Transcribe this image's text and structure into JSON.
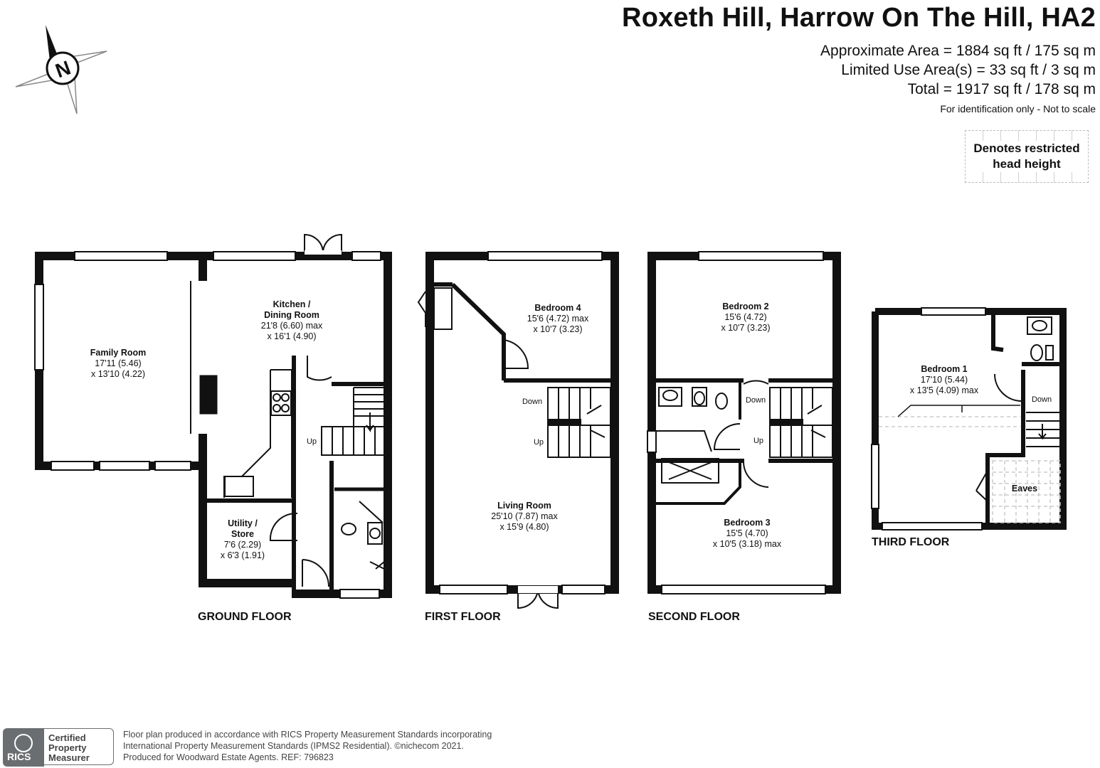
{
  "header": {
    "title": "Roxeth Hill, Harrow On The Hill, HA2",
    "area_lines": [
      "Approximate Area = 1884 sq ft / 175 sq m",
      "Limited Use Area(s) = 33 sq ft / 3 sq m",
      "Total = 1917 sq ft / 178 sq m"
    ],
    "disclaimer": "For identification only - Not to scale"
  },
  "compass": {
    "letter": "N"
  },
  "legend": {
    "line1": "Denotes restricted",
    "line2": "head height"
  },
  "floors": {
    "ground": {
      "label": "GROUND FLOOR",
      "rooms": {
        "family": [
          "Family Room",
          "17'11 (5.46)",
          "x 13'10 (4.22)"
        ],
        "kitchen": [
          "Kitchen /",
          "Dining Room",
          "21'8 (6.60) max",
          "x 16'1 (4.90)"
        ],
        "utility": [
          "Utility /",
          "Store",
          "7'6 (2.29)",
          "x 6'3 (1.91)"
        ]
      },
      "stairs": {
        "up": "Up"
      }
    },
    "first": {
      "label": "FIRST FLOOR",
      "rooms": {
        "bedroom4": [
          "Bedroom 4",
          "15'6 (4.72) max",
          "x 10'7 (3.23)"
        ],
        "living": [
          "Living Room",
          "25'10 (7.87) max",
          "x 15'9 (4.80)"
        ]
      },
      "stairs": {
        "down": "Down",
        "up": "Up"
      }
    },
    "second": {
      "label": "SECOND FLOOR",
      "rooms": {
        "bedroom2": [
          "Bedroom 2",
          "15'6 (4.72)",
          "x 10'7 (3.23)"
        ],
        "bedroom3": [
          "Bedroom 3",
          "15'5 (4.70)",
          "x 10'5 (3.18) max"
        ]
      },
      "stairs": {
        "down": "Down",
        "up": "Up"
      }
    },
    "third": {
      "label": "THIRD FLOOR",
      "rooms": {
        "bedroom1": [
          "Bedroom 1",
          "17'10 (5.44)",
          "x 13'5 (4.09) max"
        ],
        "eaves": "Eaves"
      },
      "stairs": {
        "down": "Down"
      }
    }
  },
  "footer": {
    "lines": [
      "Floor plan produced in accordance with RICS Property Measurement Standards incorporating",
      "International Property Measurement Standards (IPMS2 Residential).  ©nichecom 2021.",
      "Produced for Woodward Estate Agents.  REF:  796823"
    ],
    "rics_label": "RICS",
    "badge": [
      "Certified",
      "Property",
      "Measurer"
    ]
  }
}
